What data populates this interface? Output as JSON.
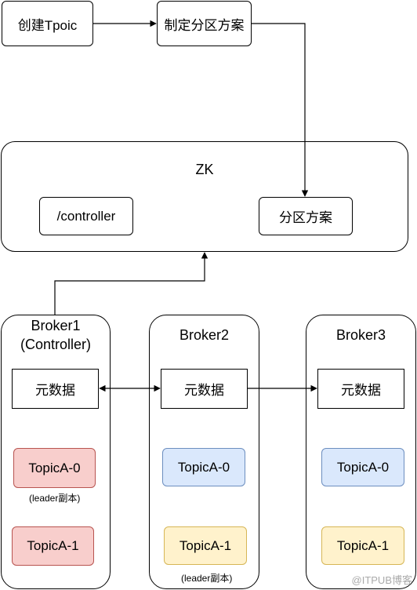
{
  "top": {
    "create_topic": "创建Tpoic",
    "partition_plan_make": "制定分区方案"
  },
  "zk": {
    "title": "ZK",
    "controller": "/controller",
    "partition_plan": "分区方案"
  },
  "brokers": [
    {
      "title_line1": "Broker1",
      "title_line2": "(Controller)",
      "metadata": "元数据",
      "partitions": [
        {
          "label": "TopicA-0",
          "note": "(leader副本)"
        },
        {
          "label": "TopicA-1",
          "note": ""
        }
      ]
    },
    {
      "title_line1": "Broker2",
      "title_line2": "",
      "metadata": "元数据",
      "partitions": [
        {
          "label": "TopicA-0",
          "note": ""
        },
        {
          "label": "TopicA-1",
          "note": "(leader副本)"
        }
      ]
    },
    {
      "title_line1": "Broker3",
      "title_line2": "",
      "metadata": "元数据",
      "partitions": [
        {
          "label": "TopicA-0",
          "note": ""
        },
        {
          "label": "TopicA-1",
          "note": ""
        }
      ]
    }
  ],
  "watermark": "@ITPUB博客"
}
